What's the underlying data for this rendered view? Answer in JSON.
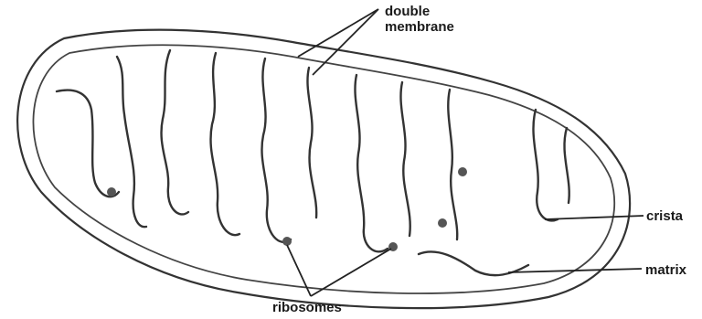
{
  "labels": {
    "double_membrane_line1": "double",
    "double_membrane_line2": "membrane",
    "crista": "crista",
    "matrix": "matrix",
    "ribosomes": "ribosomes"
  }
}
